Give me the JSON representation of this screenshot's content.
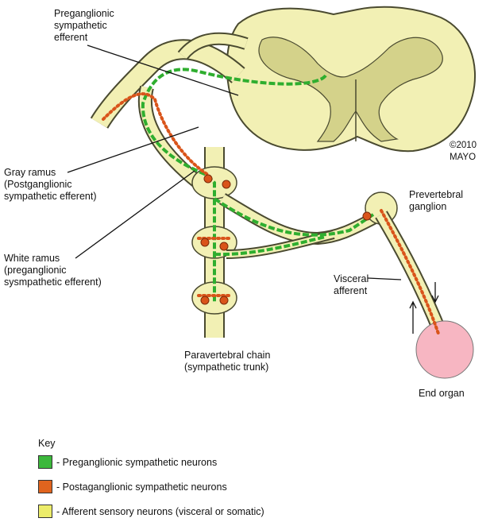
{
  "labels": {
    "preganglionic": "Preganglionic\nsympathetic\nefferent",
    "copyright": "©2010\nMAYO",
    "gray_ramus": "Gray ramus\n(Postganglionic\nsympathetic efferent)",
    "white_ramus": "White ramus\n(preganglionic\nsysmpathetic efferent)",
    "prevertebral": "Prevertebral\nganglion",
    "visceral": "Visceral\nafferent",
    "paravertebral": "Paravertebral chain\n(sympathetic trunk)",
    "end_organ": "End organ"
  },
  "key": {
    "title": "Key",
    "items": [
      {
        "label": "- Preganglionic sympathetic neurons",
        "color": "#3cb83c"
      },
      {
        "label": "- Postaganglionic sympathetic neurons",
        "color": "#e0641e"
      },
      {
        "label": "- Afferent sensory neurons (visceral or somatic)",
        "color": "#ecec6a"
      }
    ]
  },
  "colors": {
    "nerve": "#f2f0b4",
    "outline": "#4a4a30",
    "organ": "#f7b6c2",
    "preganglionic": "#2fae2f",
    "postganglionic": "#d9541a"
  }
}
